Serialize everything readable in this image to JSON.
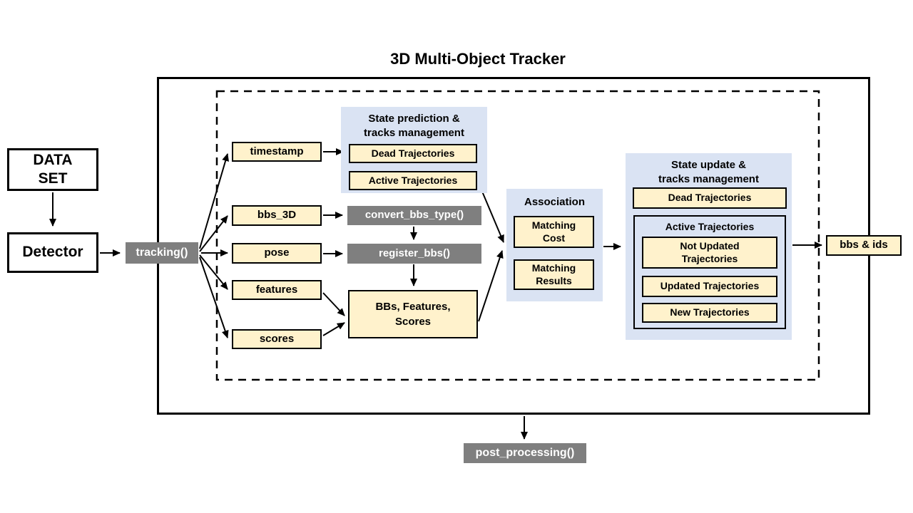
{
  "title": "3D Multi-Object Tracker",
  "left": {
    "dataset": "DATA\nSET",
    "detector": "Detector",
    "tracking": "tracking()"
  },
  "inputs": [
    "timestamp",
    "bbs_3D",
    "pose",
    "features",
    "scores"
  ],
  "prediction": {
    "title": "State prediction &\ntracks management",
    "items": [
      "Dead Trajectories",
      "Active Trajectories"
    ]
  },
  "funcs": {
    "convert": "convert_bbs_type()",
    "register": "register_bbs()",
    "post": "post_processing()"
  },
  "bbs_box": "BBs,  Features,\nScores",
  "association": {
    "title": "Association",
    "items": [
      "Matching\nCost",
      "Matching\nResults"
    ]
  },
  "update": {
    "title": "State update &\ntracks management",
    "dead": "Dead Trajectories",
    "active_title": "Active Trajectories",
    "items": [
      "Not Updated\nTrajectories",
      "Updated Trajectories",
      "New Trajectories"
    ]
  },
  "output": {
    "bbs_ids": "bbs & ids"
  },
  "colors": {
    "cream": "#FFF2CC",
    "blue": "#DAE3F3",
    "gray": "#7F7F7F",
    "line": "#000000"
  }
}
